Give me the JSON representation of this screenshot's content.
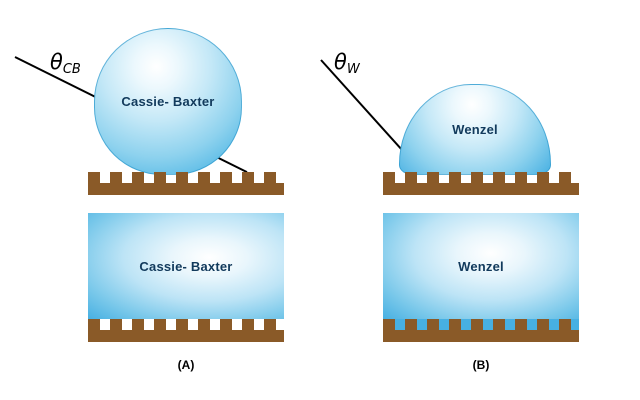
{
  "colors": {
    "substrate_brown": "#8a5a28",
    "liquid_blue": "#47b0e2",
    "label_text": "#123a5c",
    "line_black": "#000000"
  },
  "panels": [
    {
      "caption": "(A)",
      "droplet_label": "Cassie- Baxter",
      "block_label": "Cassie- Baxter",
      "angle_symbol": "θ",
      "angle_subscript": "CB"
    },
    {
      "caption": "(B)",
      "droplet_label": "Wenzel",
      "block_label": "Wenzel",
      "angle_symbol": "θ",
      "angle_subscript": "W"
    }
  ]
}
